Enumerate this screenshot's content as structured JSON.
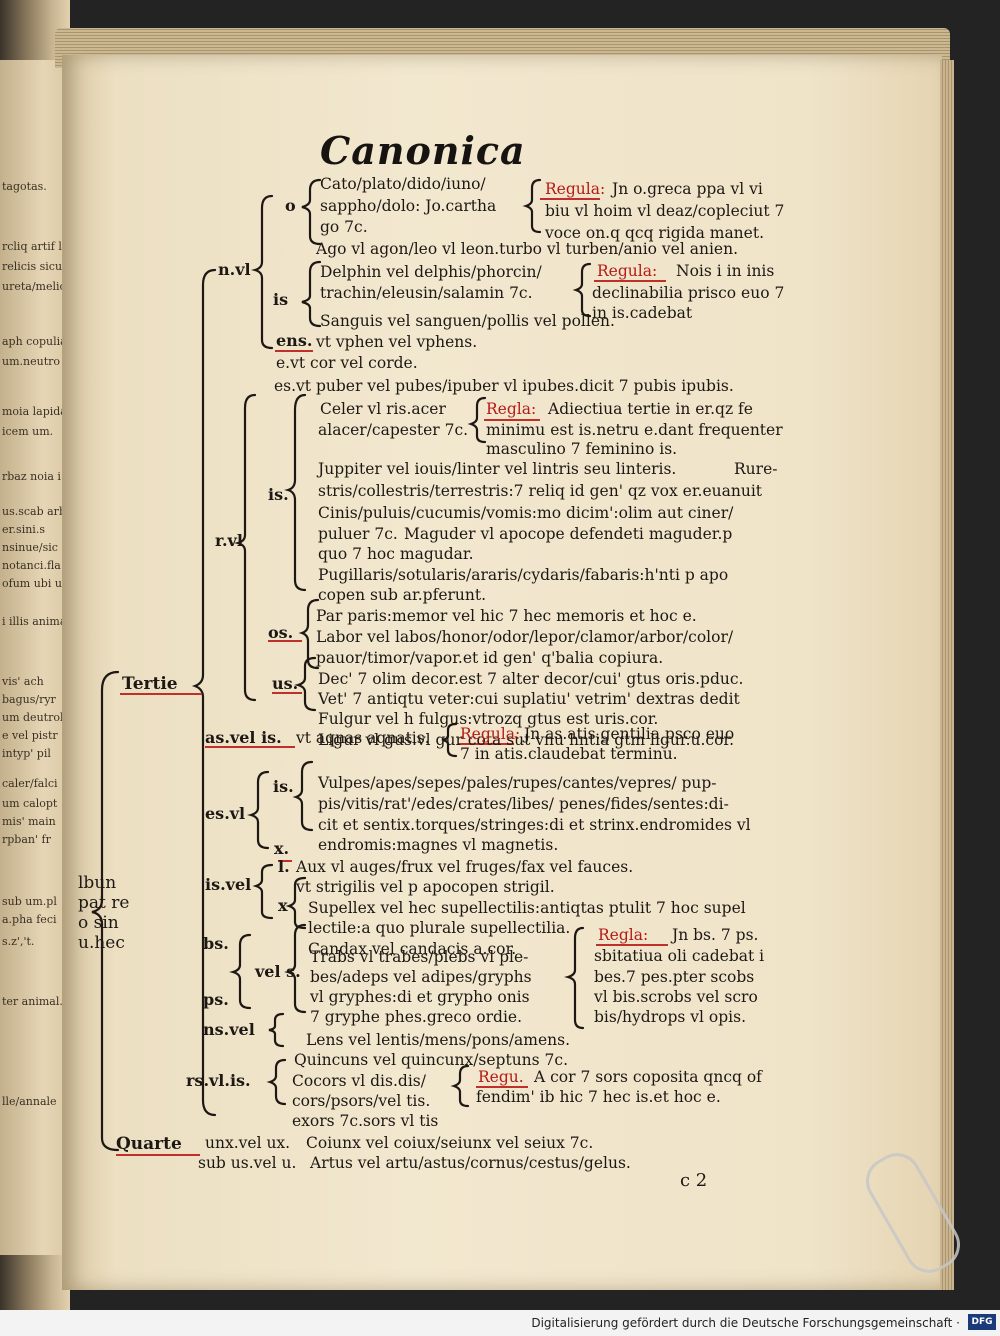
{
  "page": {
    "title": "Canonica",
    "signature": "c 2"
  },
  "left_page_fragments": [
    "tagotas.",
    "rcliq artif li",
    "relicis sicuro",
    "ureta/melio",
    "aph copulia",
    "um.neutro",
    "moia lapida",
    "icem um.",
    "rbaz noia i",
    "us.scab arbo",
    "er.sini.s",
    "nsinue/sic",
    "notanci.fla",
    "ofum ubi um",
    "i illis anima",
    "vis' ach",
    "bagus/ryr",
    "um deutrob",
    "e vel pistr",
    "intyp' pil",
    "caler/falci",
    "um calopt",
    "mis' main",
    "rpban' fr",
    "sub um.pl",
    "a.pha feci",
    "s.z','t.",
    "ter animal.",
    "lle/annale"
  ],
  "left_center_fragments": [
    "lbun",
    "pat re",
    "o sin",
    "u.hec"
  ],
  "labels": {
    "o": "o",
    "n_vl": "n.vl",
    "is1": "is",
    "ens": "ens.",
    "r_vl": "r.vl",
    "is2": "is.",
    "os": "os.",
    "us": "us.",
    "tertie": "Tertie",
    "as_vel_is": "as.vel is.",
    "es_vl": "es.vl",
    "is3": "is.",
    "x1": "x.",
    "is_vel": "is.vel",
    "l": "l.",
    "x2": "x",
    "bs": "bs.",
    "ps": "ps.",
    "vel_s": "vel s.",
    "ns_vel": "ns.vel",
    "rs_vl_is": "rs.vl.is.",
    "quarte": "Quarte"
  },
  "lines": [
    "Cato/plato/dido/iuno/",
    "sappho/dolo: Jo.cartha",
    "go 7c.",
    "Ago vl agon/leo vl leon.turbo vl turben/anio vel anien.",
    "Delphin vel delphis/phorcin/",
    "trachin/eleusin/salamin 7c.",
    "Sanguis vel sanguen/pollis vel pollen.",
    "vt vphen vel vphens.",
    "e.vt cor vel corde.",
    "es.vt puber vel pubes/ipuber vl ipubes.dicit 7 pubis ipubis.",
    "Celer vl ris.acer",
    "alacer/capester 7c.",
    "Juppiter vel iouis/linter vel lintris seu linteris.",
    "Rure-",
    "stris/collestris/terrestris:7 reliq id gen' qz vox er.euanuit",
    "Cinis/puluis/cucumis/vomis:mo dicim':olim aut ciner/",
    "puluer 7c.",
    "Maguder vl apocope defendeti maguder.p",
    "quo 7 hoc magudar.",
    "Pugillaris/sotularis/araris/cydaris/fabaris:h'nti p apo",
    "copen sub ar.pferunt.",
    "Par paris:memor vel hic 7 hec memoris et hoc e.",
    "Labor vel labos/honor/odor/lepor/clamor/arbor/color/",
    "pauor/timor/vapor.et id gen' q'balia copiura.",
    "Dec' 7 olim decor.est 7 alter decor/cui' gtus oris.pduc.",
    "Vet' 7 antiqtu veter:cui suplatiu' vetrim' dextras dedit",
    "Fulgur vel h fulgus:vtrozq gtus est uris.cor.",
    "Ligur vl gus.vl gur cota sut vnu hntia gtm ligur.u.cor.",
    "vt aqnas aqnatis.",
    "Vulpes/apes/sepes/pales/rupes/cantes/vepres/ pup-",
    "pis/vitis/rat'/edes/crates/libes/ penes/fides/sentes:di-",
    "cit et sentix.torques/stringes:di et strinx.endromides vl",
    "endromis:magnes vl magnetis.",
    "Aux vl auges/frux vel fruges/fax vel fauces.",
    "vt strigilis vel p apocopen strigil.",
    "Supellex vel hec supellectilis:antiqtas ptulit 7 hoc supel",
    "lectile:a quo plurale supellectilia.",
    "Candax vel candacis a.cor.",
    "Trabs vl trabes/plebs vl ple-",
    "bes/adeps vel adipes/gryphs",
    "vl gryphes:di et grypho onis",
    "7 gryphe phes.greco ordie.",
    "Lens vel lentis/mens/pons/amens.",
    "Quincuns vel quincunx/septuns 7c.",
    "Cocors vl dis.dis/",
    "cors/psors/vel tis.",
    "exors 7c.sors vl tis",
    "unx.vel ux.",
    "Coiunx vel coiux/seiunx vel seiux 7c.",
    "sub us.vel u.",
    "Artus vel artu/astus/cornus/cestus/gelus."
  ],
  "rules": [
    {
      "head": "Regula:",
      "l1": "Jn o.greca ppa vl vi",
      "l2": "biu vl hoim vl deaz/copleciut 7",
      "l3": "voce on.q qcq rigida manet."
    },
    {
      "head": "Regula:",
      "l1": "Nois i in inis",
      "l2": "declinabilia prisco euo 7",
      "l3": "in is.cadebat"
    },
    {
      "head": "Regla:",
      "l1": "Adiectiua tertie in er.qz fe",
      "l2": "minimu est is.netru e.dant frequenter",
      "l3": "masculino 7 feminino is."
    },
    {
      "head": "Regula:",
      "l1": "Jn as.atis.gentilia psco euo",
      "l2": "7 in atis.claudebat terminu."
    },
    {
      "head": "Regla:",
      "l1": "Jn bs. 7 ps.",
      "l2": "sbitatiua oli cadebat i",
      "l3": "bes.7 pes.pter scobs",
      "l4": "vl bis.scrobs vel scro",
      "l5": "bis/hydrops vl opis."
    },
    {
      "head": "Regu.",
      "l1": "A cor 7 sors coposita qncq of",
      "l2": "fendim' ib hic 7 hec is.et hoc e."
    }
  ],
  "footer": {
    "text": "Digitalisierung gefördert durch die Deutsche Forschungsgemeinschaft ·",
    "logo": "DFG"
  }
}
